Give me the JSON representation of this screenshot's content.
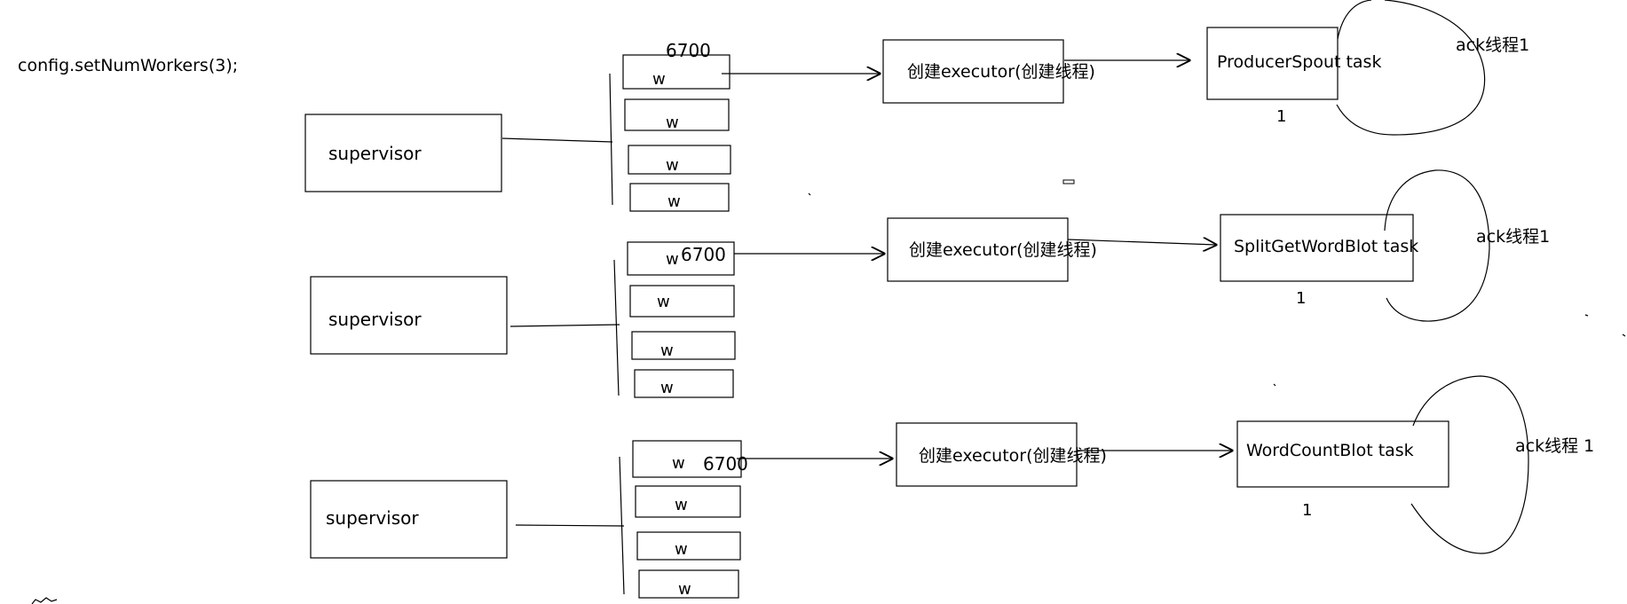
{
  "config_code": "config.setNumWorkers(3);",
  "rows": [
    {
      "supervisor": "supervisor",
      "workers": [
        "w",
        "w",
        "w",
        "w"
      ],
      "port": "6700",
      "executor": "创建executor(创建线程)",
      "task": "ProducerSpout task",
      "task_count": "1",
      "ack": "ack线程1"
    },
    {
      "supervisor": "supervisor",
      "workers": [
        "w",
        "w",
        "w",
        "w"
      ],
      "port": "6700",
      "executor": "创建executor(创建线程)",
      "task": "SplitGetWordBlot task",
      "task_count": "1",
      "ack": "ack线程1"
    },
    {
      "supervisor": "supervisor",
      "workers": [
        "w",
        "w",
        "w",
        "w"
      ],
      "port": "6700",
      "executor": "创建executor(创建线程)",
      "task": "WordCountBlot task",
      "task_count": "1",
      "ack": "ack线程 1"
    }
  ]
}
